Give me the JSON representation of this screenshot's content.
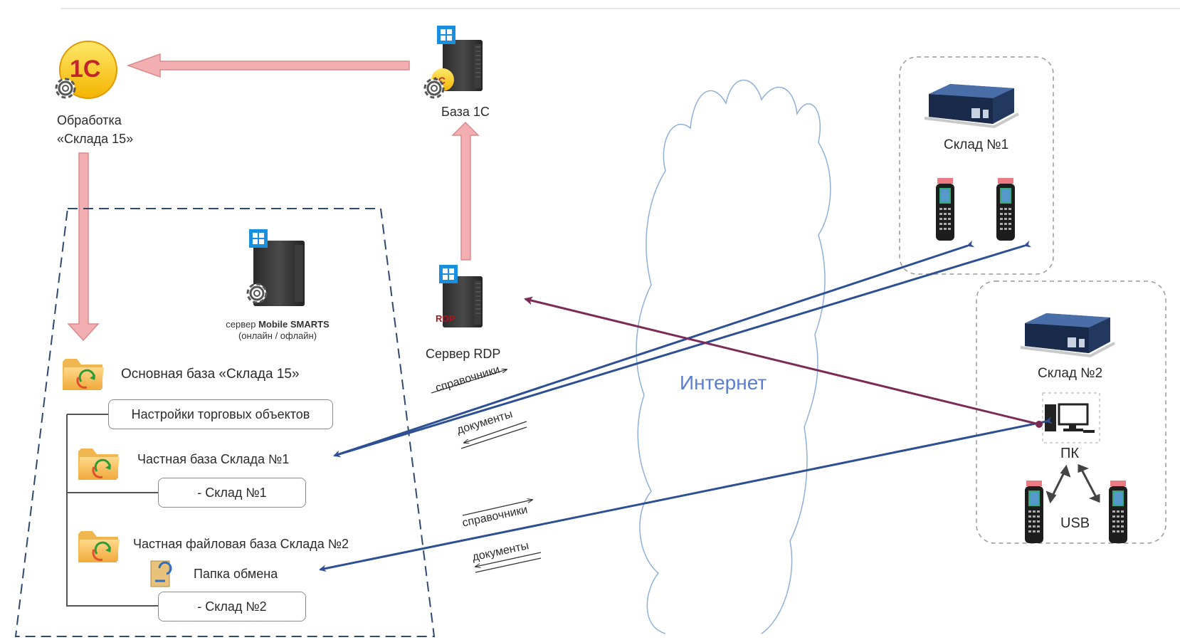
{
  "nodes": {
    "processing_1c": {
      "line1": "Обработка",
      "line2": "«Склада 15»"
    },
    "base_1c": {
      "label": "База 1С"
    },
    "rdp_server": {
      "label": "Сервер RDP",
      "badge": "RDP"
    },
    "ms_server": {
      "line1_prefix": "сервер ",
      "line1_brand": "Mobile SMARTS",
      "line2": "(онлайн / офлайн)"
    },
    "main_base": {
      "label": "Основная база «Склада 15»"
    },
    "settings_box": {
      "label": "Настройки торговых объектов"
    },
    "private_base_1": {
      "label": "Частная база Склада №1"
    },
    "warehouse_1_box": {
      "label": "-   Склад №1"
    },
    "private_base_2": {
      "label": "Частная файловая база Склада №2"
    },
    "exchange_folder": {
      "label": "Папка обмена"
    },
    "warehouse_2_box": {
      "label": "-  Склад №2"
    },
    "internet": {
      "label": "Интернет"
    },
    "warehouse_1": {
      "label": "Склад №1"
    },
    "warehouse_2": {
      "label": "Склад №2"
    },
    "pc": {
      "label": "ПК"
    },
    "usb": {
      "label": "USB"
    }
  },
  "flow_labels": {
    "upper_refs": "справочники",
    "upper_docs": "документы",
    "lower_refs": "справочники",
    "lower_docs": "документы"
  },
  "colors": {
    "pink_arrow": "#f2aeb0",
    "pink_arrow_stroke": "#d98a8c",
    "blue_arrow": "#2d4f94",
    "purple_arrow": "#7b2b55",
    "internet_text": "#5b7fd0",
    "cloud_stroke": "#8fb0d8",
    "dashed_frame": "#2f4a6e"
  }
}
